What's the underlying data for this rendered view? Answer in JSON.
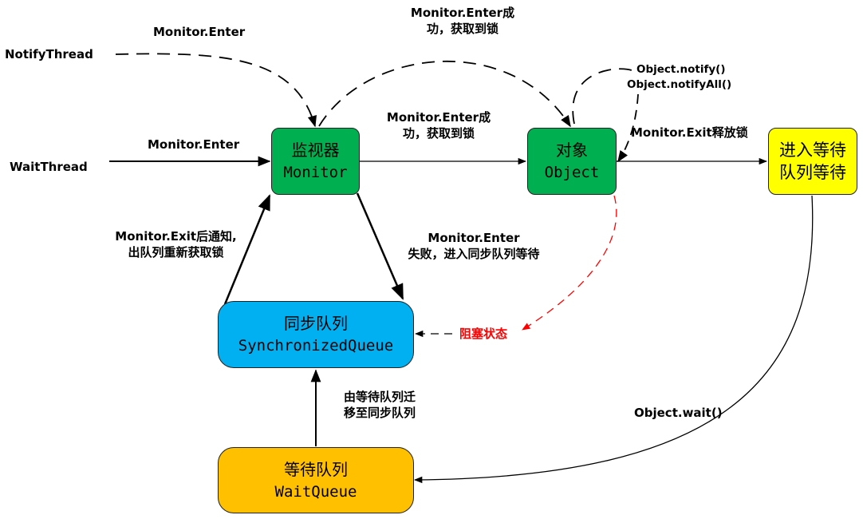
{
  "nodes": {
    "monitor": {
      "line1": "监视器",
      "line2": "Monitor",
      "color": "#00b050"
    },
    "object": {
      "line1": "对象",
      "line2": "Object",
      "color": "#00b050"
    },
    "enter_wait": {
      "line1": "进入等待",
      "line2": "队列等待",
      "color": "#ffff00"
    },
    "sync_queue": {
      "line1": "同步队列",
      "line2": "SynchronizedQueue",
      "color": "#00b0f0"
    },
    "wait_queue": {
      "line1": "等待队列",
      "line2": "WaitQueue",
      "color": "#ffc000"
    }
  },
  "threads": {
    "notify": "NotifyThread",
    "wait": "WaitThread"
  },
  "labels": {
    "notify_enter": "Monitor.Enter",
    "top_enter_success_1": "Monitor.Enter成",
    "top_enter_success_2": "功，获取到锁",
    "notify_calls_1": "Object.notify()",
    "notify_calls_2": "Object.notifyAll()",
    "wait_enter": "Monitor.Enter",
    "mid_enter_success_1": "Monitor.Enter成",
    "mid_enter_success_2": "功，获取到锁",
    "exit_release": "Monitor.Exit释放锁",
    "exit_notify_1": "Monitor.Exit后通知,",
    "exit_notify_2": "出队列重新获取锁",
    "enter_fail_1": "Monitor.Enter",
    "enter_fail_2": "失败，进入同步队列等待",
    "blocked": "阻塞状态",
    "migrate_1": "由等待队列迁",
    "migrate_2": "移至同步队列",
    "object_wait": "Object.wait()"
  },
  "colors": {
    "edge": "#000000",
    "blocked": "#ff0000"
  }
}
